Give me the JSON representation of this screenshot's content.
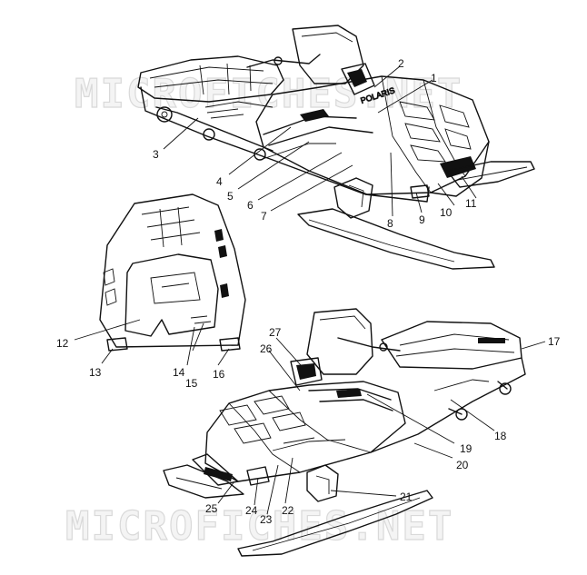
{
  "watermark": {
    "top": "MICROFICHES.NET",
    "bottom": "MICROFICHES.NET"
  },
  "hood_lettering": "POLARIS",
  "callouts": [
    {
      "id": "1",
      "label": "1"
    },
    {
      "id": "2",
      "label": "2"
    },
    {
      "id": "3",
      "label": "3"
    },
    {
      "id": "4",
      "label": "4"
    },
    {
      "id": "5",
      "label": "5"
    },
    {
      "id": "6",
      "label": "6"
    },
    {
      "id": "7",
      "label": "7"
    },
    {
      "id": "8",
      "label": "8"
    },
    {
      "id": "9",
      "label": "9"
    },
    {
      "id": "10",
      "label": "10"
    },
    {
      "id": "11",
      "label": "11"
    },
    {
      "id": "12",
      "label": "12"
    },
    {
      "id": "13",
      "label": "13"
    },
    {
      "id": "14",
      "label": "14"
    },
    {
      "id": "15",
      "label": "15"
    },
    {
      "id": "16",
      "label": "16"
    },
    {
      "id": "17",
      "label": "17"
    },
    {
      "id": "18",
      "label": "18"
    },
    {
      "id": "19",
      "label": "19"
    },
    {
      "id": "20",
      "label": "20"
    },
    {
      "id": "21",
      "label": "21"
    },
    {
      "id": "22",
      "label": "22"
    },
    {
      "id": "23",
      "label": "23"
    },
    {
      "id": "24",
      "label": "24"
    },
    {
      "id": "25",
      "label": "25"
    },
    {
      "id": "26",
      "label": "26"
    },
    {
      "id": "27",
      "label": "27"
    }
  ]
}
